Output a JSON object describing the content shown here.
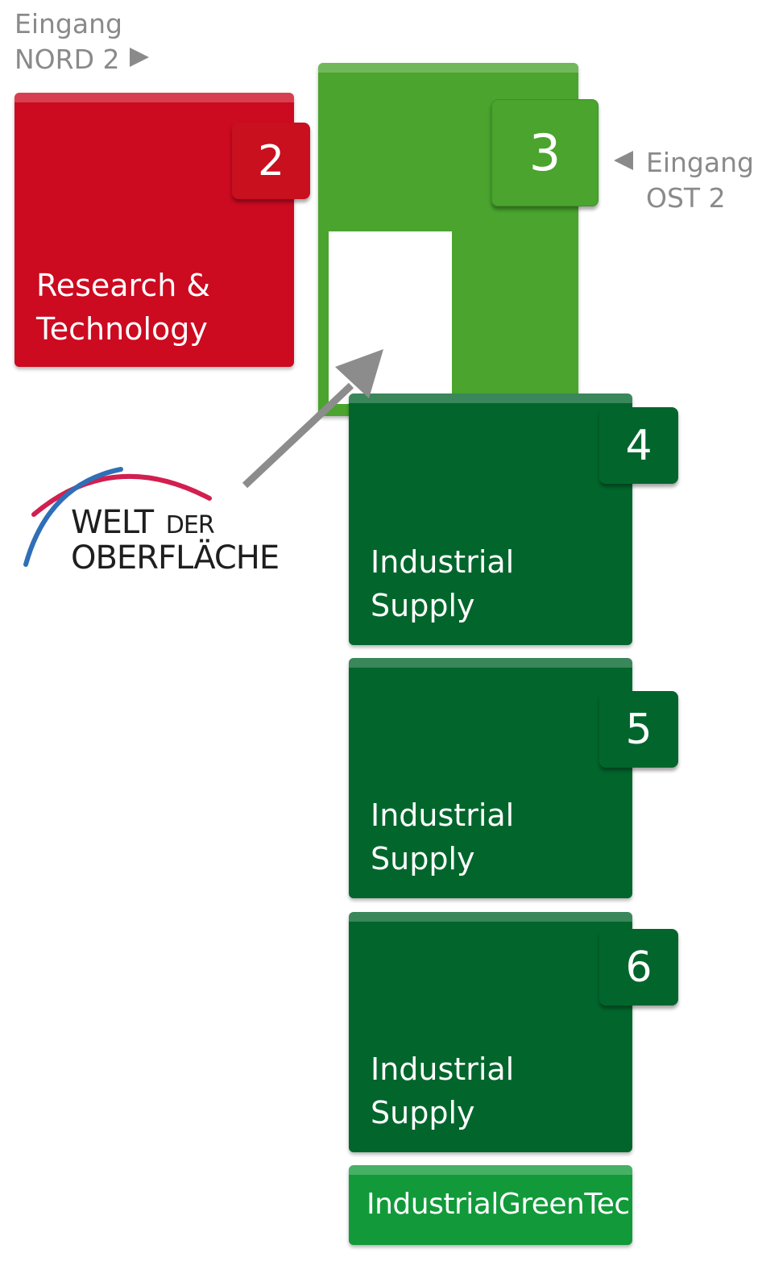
{
  "entrances": {
    "north": {
      "line1": "Eingang",
      "line2": "NORD 2"
    },
    "east": {
      "line1": "Eingang",
      "line2": "OST 2"
    }
  },
  "halls": [
    {
      "number": "2",
      "label_line1": "Research &",
      "label_line2": "Technology",
      "color": "#cc0a20"
    },
    {
      "number": "3",
      "label_line1": "",
      "label_line2": "",
      "color": "#4aa42e"
    },
    {
      "number": "4",
      "label_line1": "Industrial",
      "label_line2": "Supply",
      "color": "#02662c"
    },
    {
      "number": "5",
      "label_line1": "Industrial",
      "label_line2": "Supply",
      "color": "#02662c"
    },
    {
      "number": "6",
      "label_line1": "Industrial",
      "label_line2": "Supply",
      "color": "#02662c"
    }
  ],
  "annex": {
    "label": "IndustrialGreenTec",
    "color": "#129a3a"
  },
  "logo": {
    "word1": "WELT",
    "word2": "DER",
    "word3": "OBERFLÄCHE"
  },
  "colors": {
    "arrow": "#8c8c8c",
    "entrance_text": "#8a8a8a",
    "logo_red": "#d21f4f",
    "logo_blue": "#2f6fb7"
  }
}
